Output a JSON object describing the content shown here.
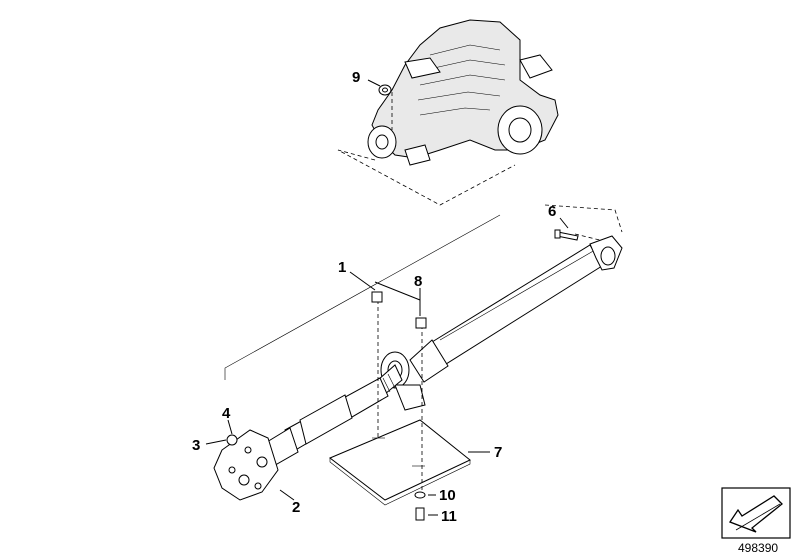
{
  "callouts": {
    "c1": "1",
    "c2": "2",
    "c3": "3",
    "c4": "4",
    "c6": "6",
    "c7": "7",
    "c8": "8",
    "c9": "9",
    "c10": "10",
    "c11": "11"
  },
  "reference_number": "498390",
  "icons": {
    "orientation": "arrow-box-icon"
  }
}
